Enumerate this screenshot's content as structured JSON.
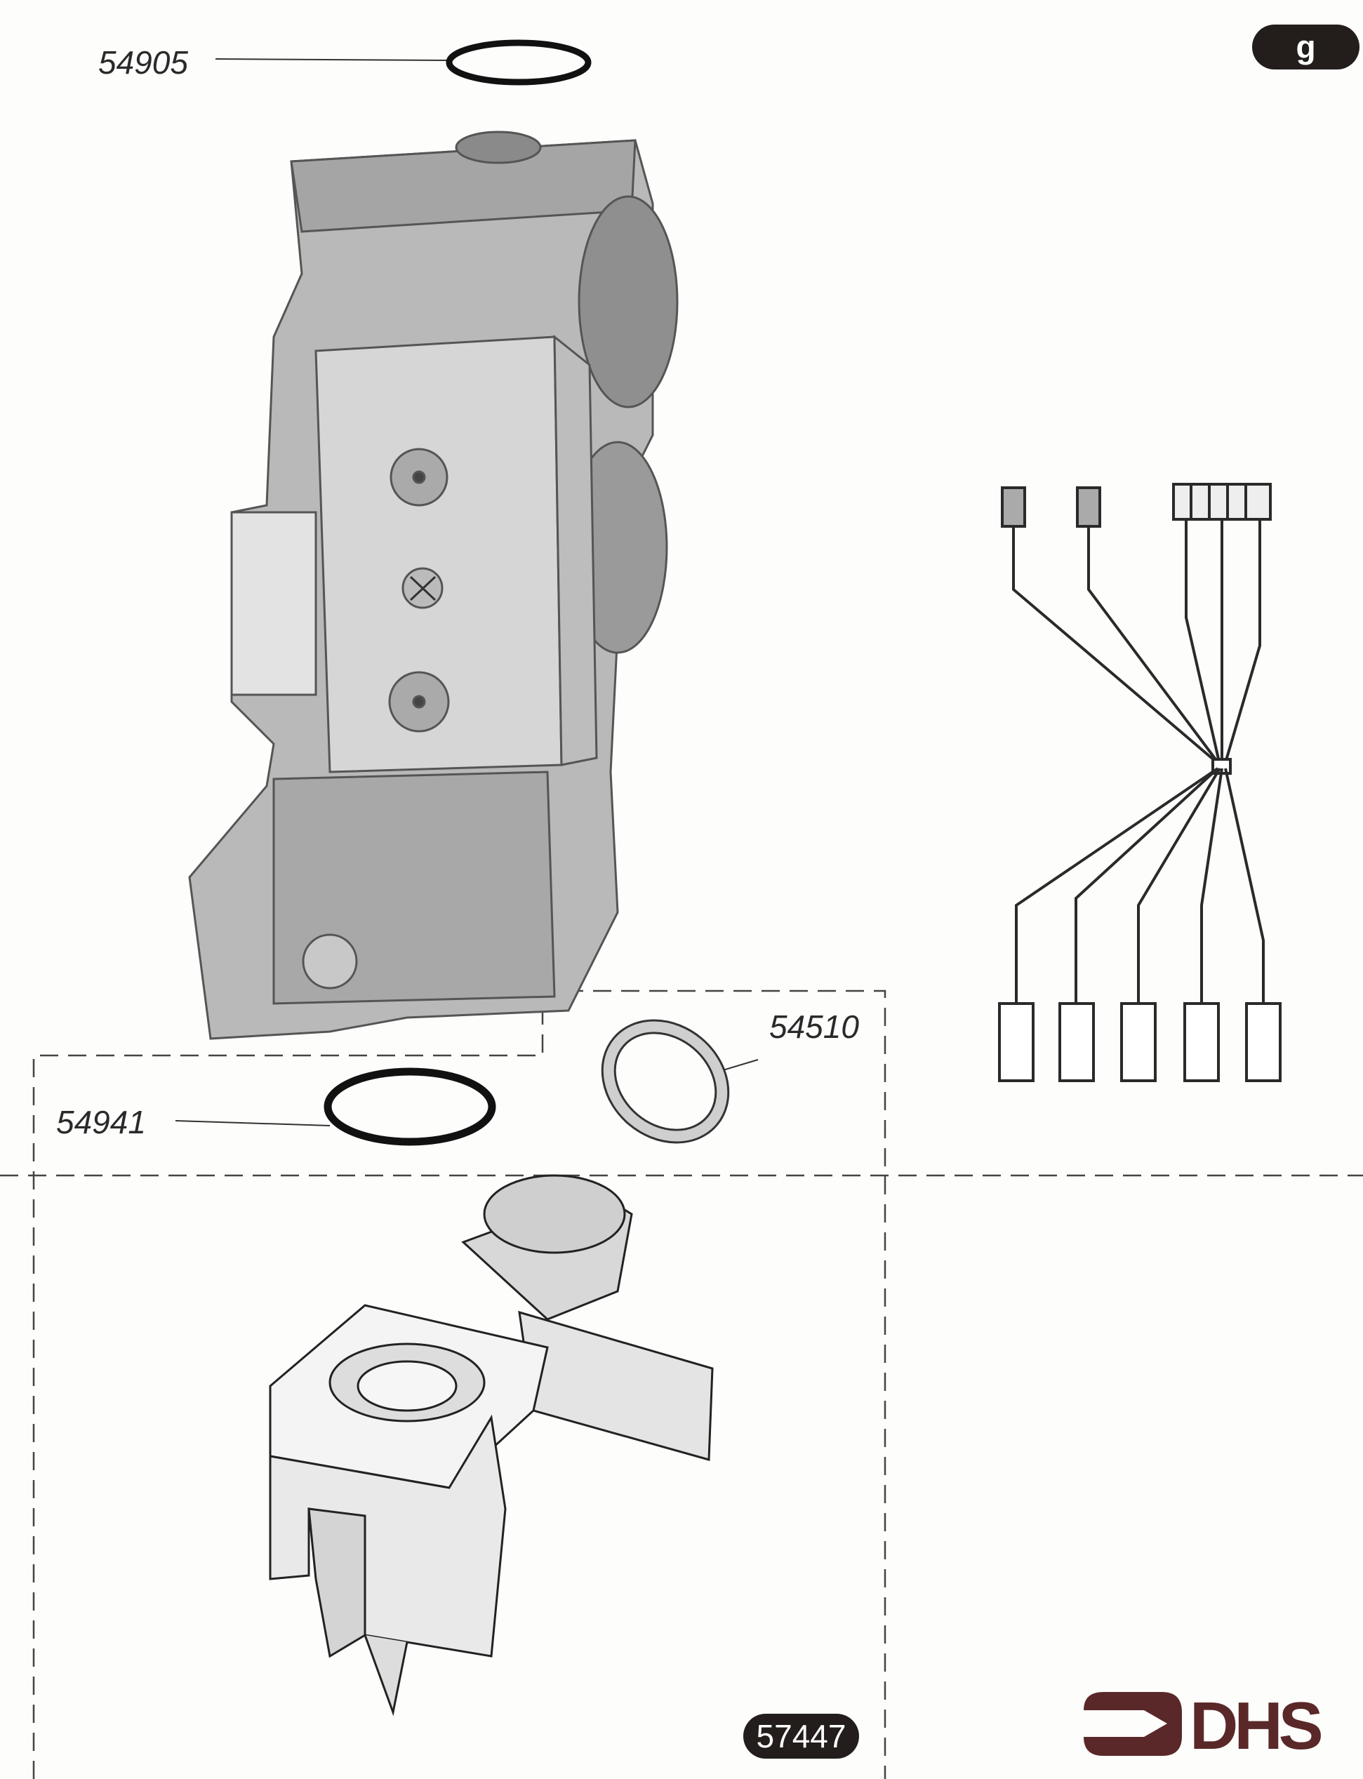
{
  "page_badge": "g",
  "parts": {
    "top_oring": "54905",
    "bottom_oring": "54941",
    "flat_washer": "54510",
    "outlet_flange": "57447"
  },
  "logo": {
    "text": "DHS",
    "color": "#5a2828"
  }
}
